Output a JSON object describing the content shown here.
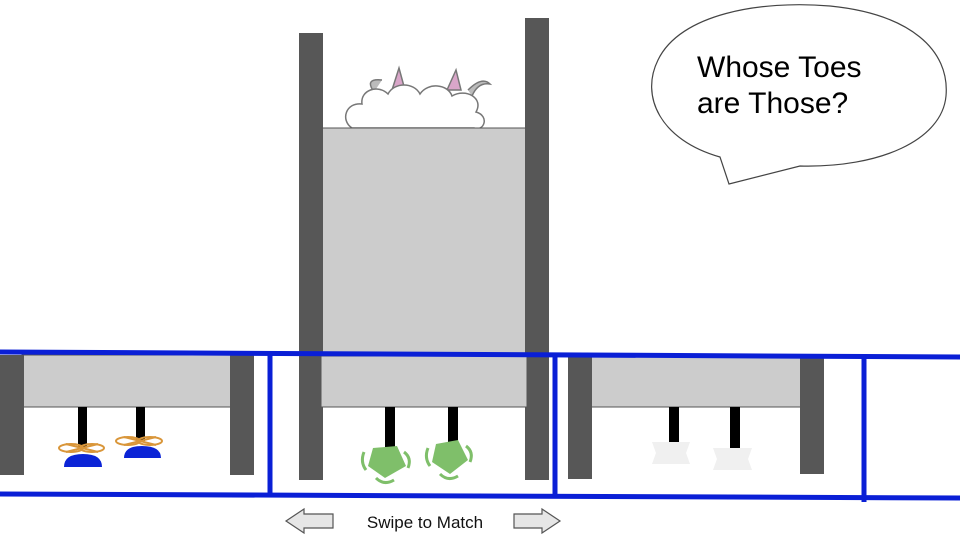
{
  "speech_bubble": {
    "line1": "Whose Toes",
    "line2": "are Those?"
  },
  "hint": {
    "label": "Swipe to Match"
  },
  "character": {
    "name": "sheep-icon"
  },
  "cards": [
    {
      "feet": "webbed-bird-feet-icon",
      "foot_color": "#0b24d6"
    },
    {
      "feet": "clawed-green-feet-icon",
      "foot_color": "#7fbf6a"
    },
    {
      "feet": "white-hoof-feet-icon",
      "foot_color": "#f0f0f0"
    }
  ],
  "colors": {
    "frame": "#0a1fd6",
    "post": "#575757",
    "panel": "#cccccc",
    "arrow": "#e6e6e6"
  }
}
